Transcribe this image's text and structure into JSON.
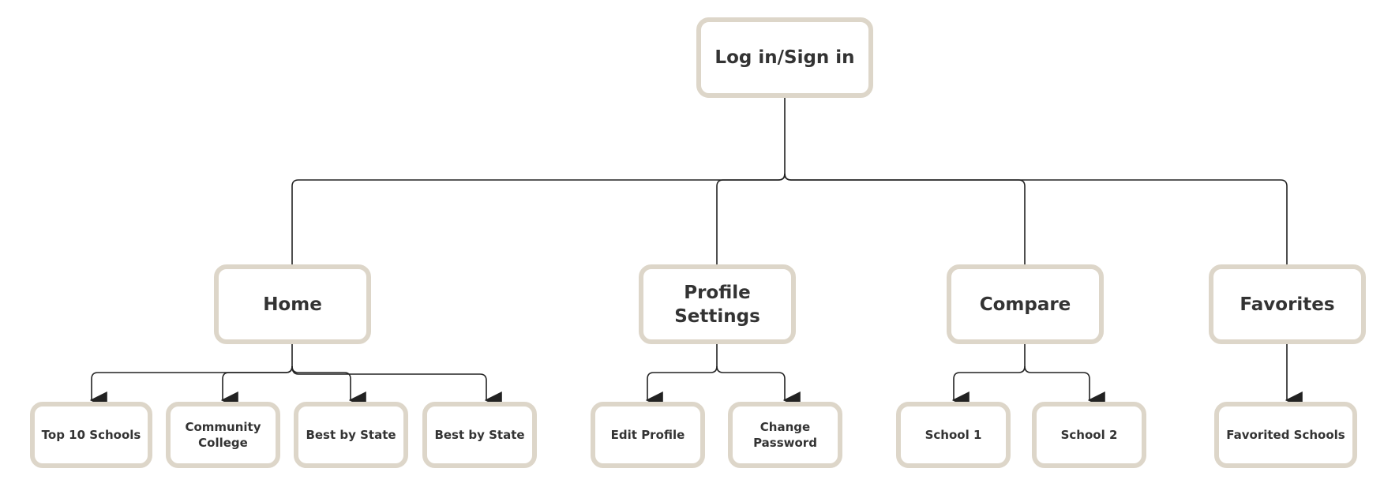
{
  "nodes": {
    "root": "Log in/Sign in",
    "home": "Home",
    "profile_settings": "Profile\nSettings",
    "compare": "Compare",
    "favorites": "Favorites"
  },
  "children": {
    "top_10_schools": "Top 10 Schools",
    "community_college": "Community\nCollege",
    "best_by_state_1": "Best by State",
    "best_by_state_2": "Best by State",
    "edit_profile": "Edit Profile",
    "change_password": "Change\nPassword",
    "school_1": "School 1",
    "school_2": "School 2",
    "favorited_schools": "Favorited Schools"
  },
  "colors": {
    "node_border": "#ddd6c9",
    "text": "#333333",
    "connector": "#222222"
  }
}
